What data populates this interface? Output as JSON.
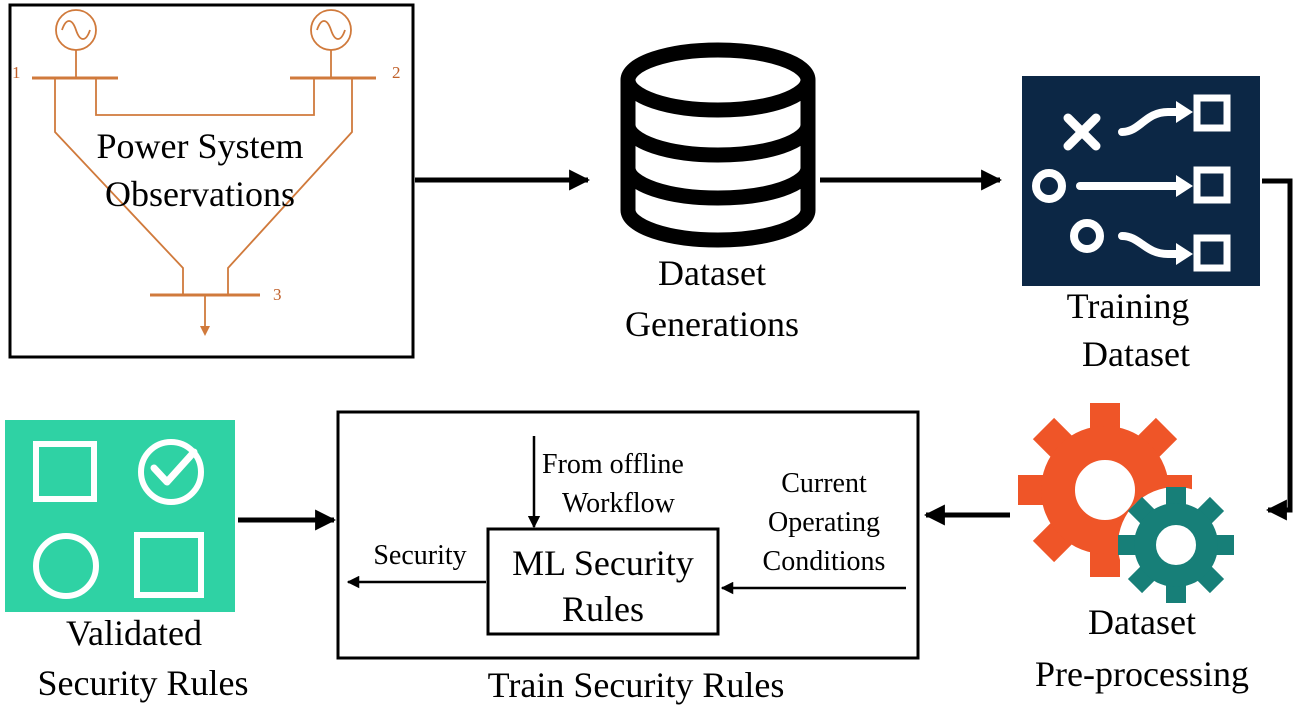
{
  "power_system": {
    "title_line1": "Power System",
    "title_line2": "Observations",
    "bus1": "1",
    "bus2": "2",
    "bus3": "3"
  },
  "dataset_generations": {
    "line1": "Dataset",
    "line2": "Generations"
  },
  "training_dataset": {
    "line1": "Training",
    "line2": "Dataset"
  },
  "preprocessing": {
    "line1": "Dataset",
    "line2": "Pre-processing"
  },
  "train_rules": {
    "label": "Train Security Rules",
    "from_offline_line1": "From offline",
    "from_offline_line2": "Workflow",
    "current_line1": "Current",
    "current_line2": "Operating",
    "current_line3": "Conditions",
    "security": "Security",
    "ml_line1": "ML Security",
    "ml_line2": "Rules"
  },
  "validated": {
    "line1": "Validated",
    "line2": "Security Rules"
  },
  "colors": {
    "circuit": "#c8641e",
    "circuit_light": "#e8a070",
    "training_bg": "#0c2745",
    "validated_bg": "#2fd2a4",
    "gear_orange": "#ef5528",
    "gear_teal": "#177f78",
    "stroke": "#000000"
  }
}
